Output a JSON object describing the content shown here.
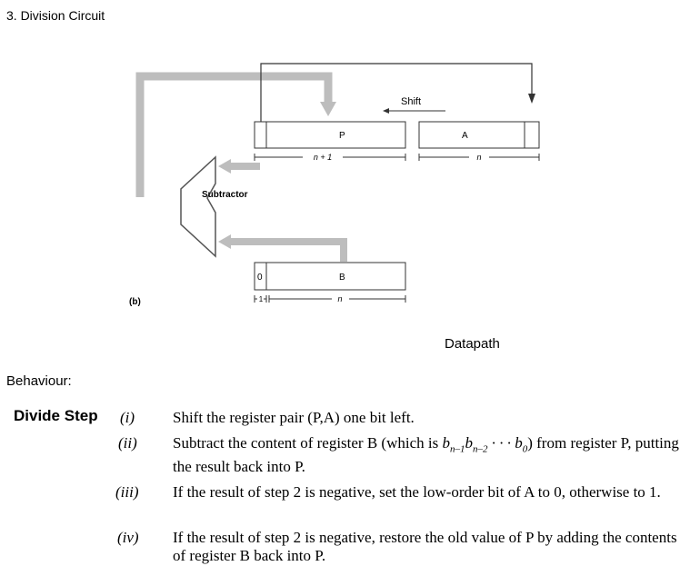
{
  "title": "3. Division Circuit",
  "diagram": {
    "shift_label": "Shift",
    "p_label": "P",
    "a_label": "A",
    "b_label": "B",
    "p_width": "n + 1",
    "a_width": "n",
    "b_width": "n",
    "b_extra_bit": "0",
    "b_extra_width": "1",
    "subtractor_label": "Subtractor",
    "figure_label": "(b)",
    "caption": "Datapath"
  },
  "behaviour_label": "Behaviour:",
  "divide_step": {
    "title": "Divide Step",
    "steps": [
      {
        "num": "(i)",
        "text": "Shift the register pair (P,A) one bit left."
      },
      {
        "num": "(ii)",
        "text_pre": "Subtract the content of register B (which is ",
        "formula": "bn–1bn–2 · · · b0",
        "text_post": ") from register P, putting the result back into P."
      },
      {
        "num": "(iii)",
        "text": "If the result of step 2 is negative, set the low-order bit of A to 0, otherwise to 1."
      },
      {
        "num": "(iv)",
        "text": "If the result of step 2 is negative, restore the old value of P by adding the contents of register B back into P."
      }
    ]
  }
}
